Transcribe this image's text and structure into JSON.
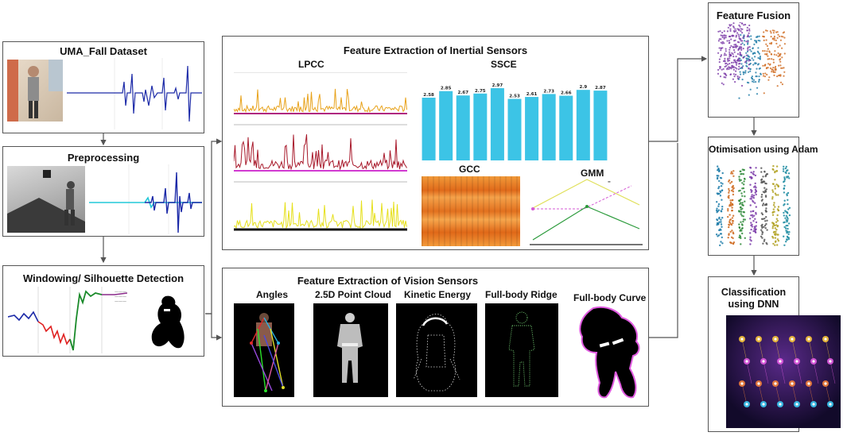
{
  "boxes": {
    "dataset": "UMA_Fall Dataset",
    "preprocessing": "Preprocessing",
    "windowing": "Windowing/ Silhouette Detection",
    "inertial": "Feature Extraction of Inertial Sensors",
    "vision": "Feature Extraction of Vision Sensors",
    "fusion": "Feature Fusion",
    "optimisation": "Otimisation using Adam",
    "classification": "Classification using DNN"
  },
  "inertial_panels": {
    "lpcc": "LPCC",
    "ssce": "SSCE",
    "gcc": "GCC",
    "gmm": "GMM"
  },
  "vision_panels": {
    "angles": "Angles",
    "point_cloud": "2.5D Point Cloud",
    "kinetic": "Kinetic Energy",
    "ridge": "Full-body Ridge",
    "curve": "Full-body Curve"
  },
  "ssce_chart": {
    "type": "bar",
    "values": [
      2.58,
      2.85,
      2.67,
      2.75,
      2.97,
      2.53,
      2.61,
      2.73,
      2.66,
      2.9,
      2.87
    ],
    "labels": [
      "2.58",
      "2.85",
      "2.67",
      "2.75",
      "2.97",
      "2.53",
      "2.61",
      "2.73",
      "2.66",
      "2.9",
      "2.87"
    ],
    "color": "#3cc4e6"
  },
  "colors": {
    "border": "#555555",
    "arrow": "#555555",
    "lpcc_1": "#e8a21a",
    "lpcc_2": "#a8192b",
    "lpcc_3": "#e6e01c",
    "lpcc_base": "#b0277f",
    "signal_blue": "#1c2aa8",
    "signal_cyan": "#22c8d8",
    "fusion_clusters": [
      "#7a3aa8",
      "#1d7aa6",
      "#cf6a1f",
      "#7a3aa8"
    ],
    "adam_clusters": [
      "#1a7aa8",
      "#cf6a1f",
      "#2f8a3a",
      "#7a3aa8",
      "#555555",
      "#b0a020",
      "#1a8aa0"
    ]
  }
}
